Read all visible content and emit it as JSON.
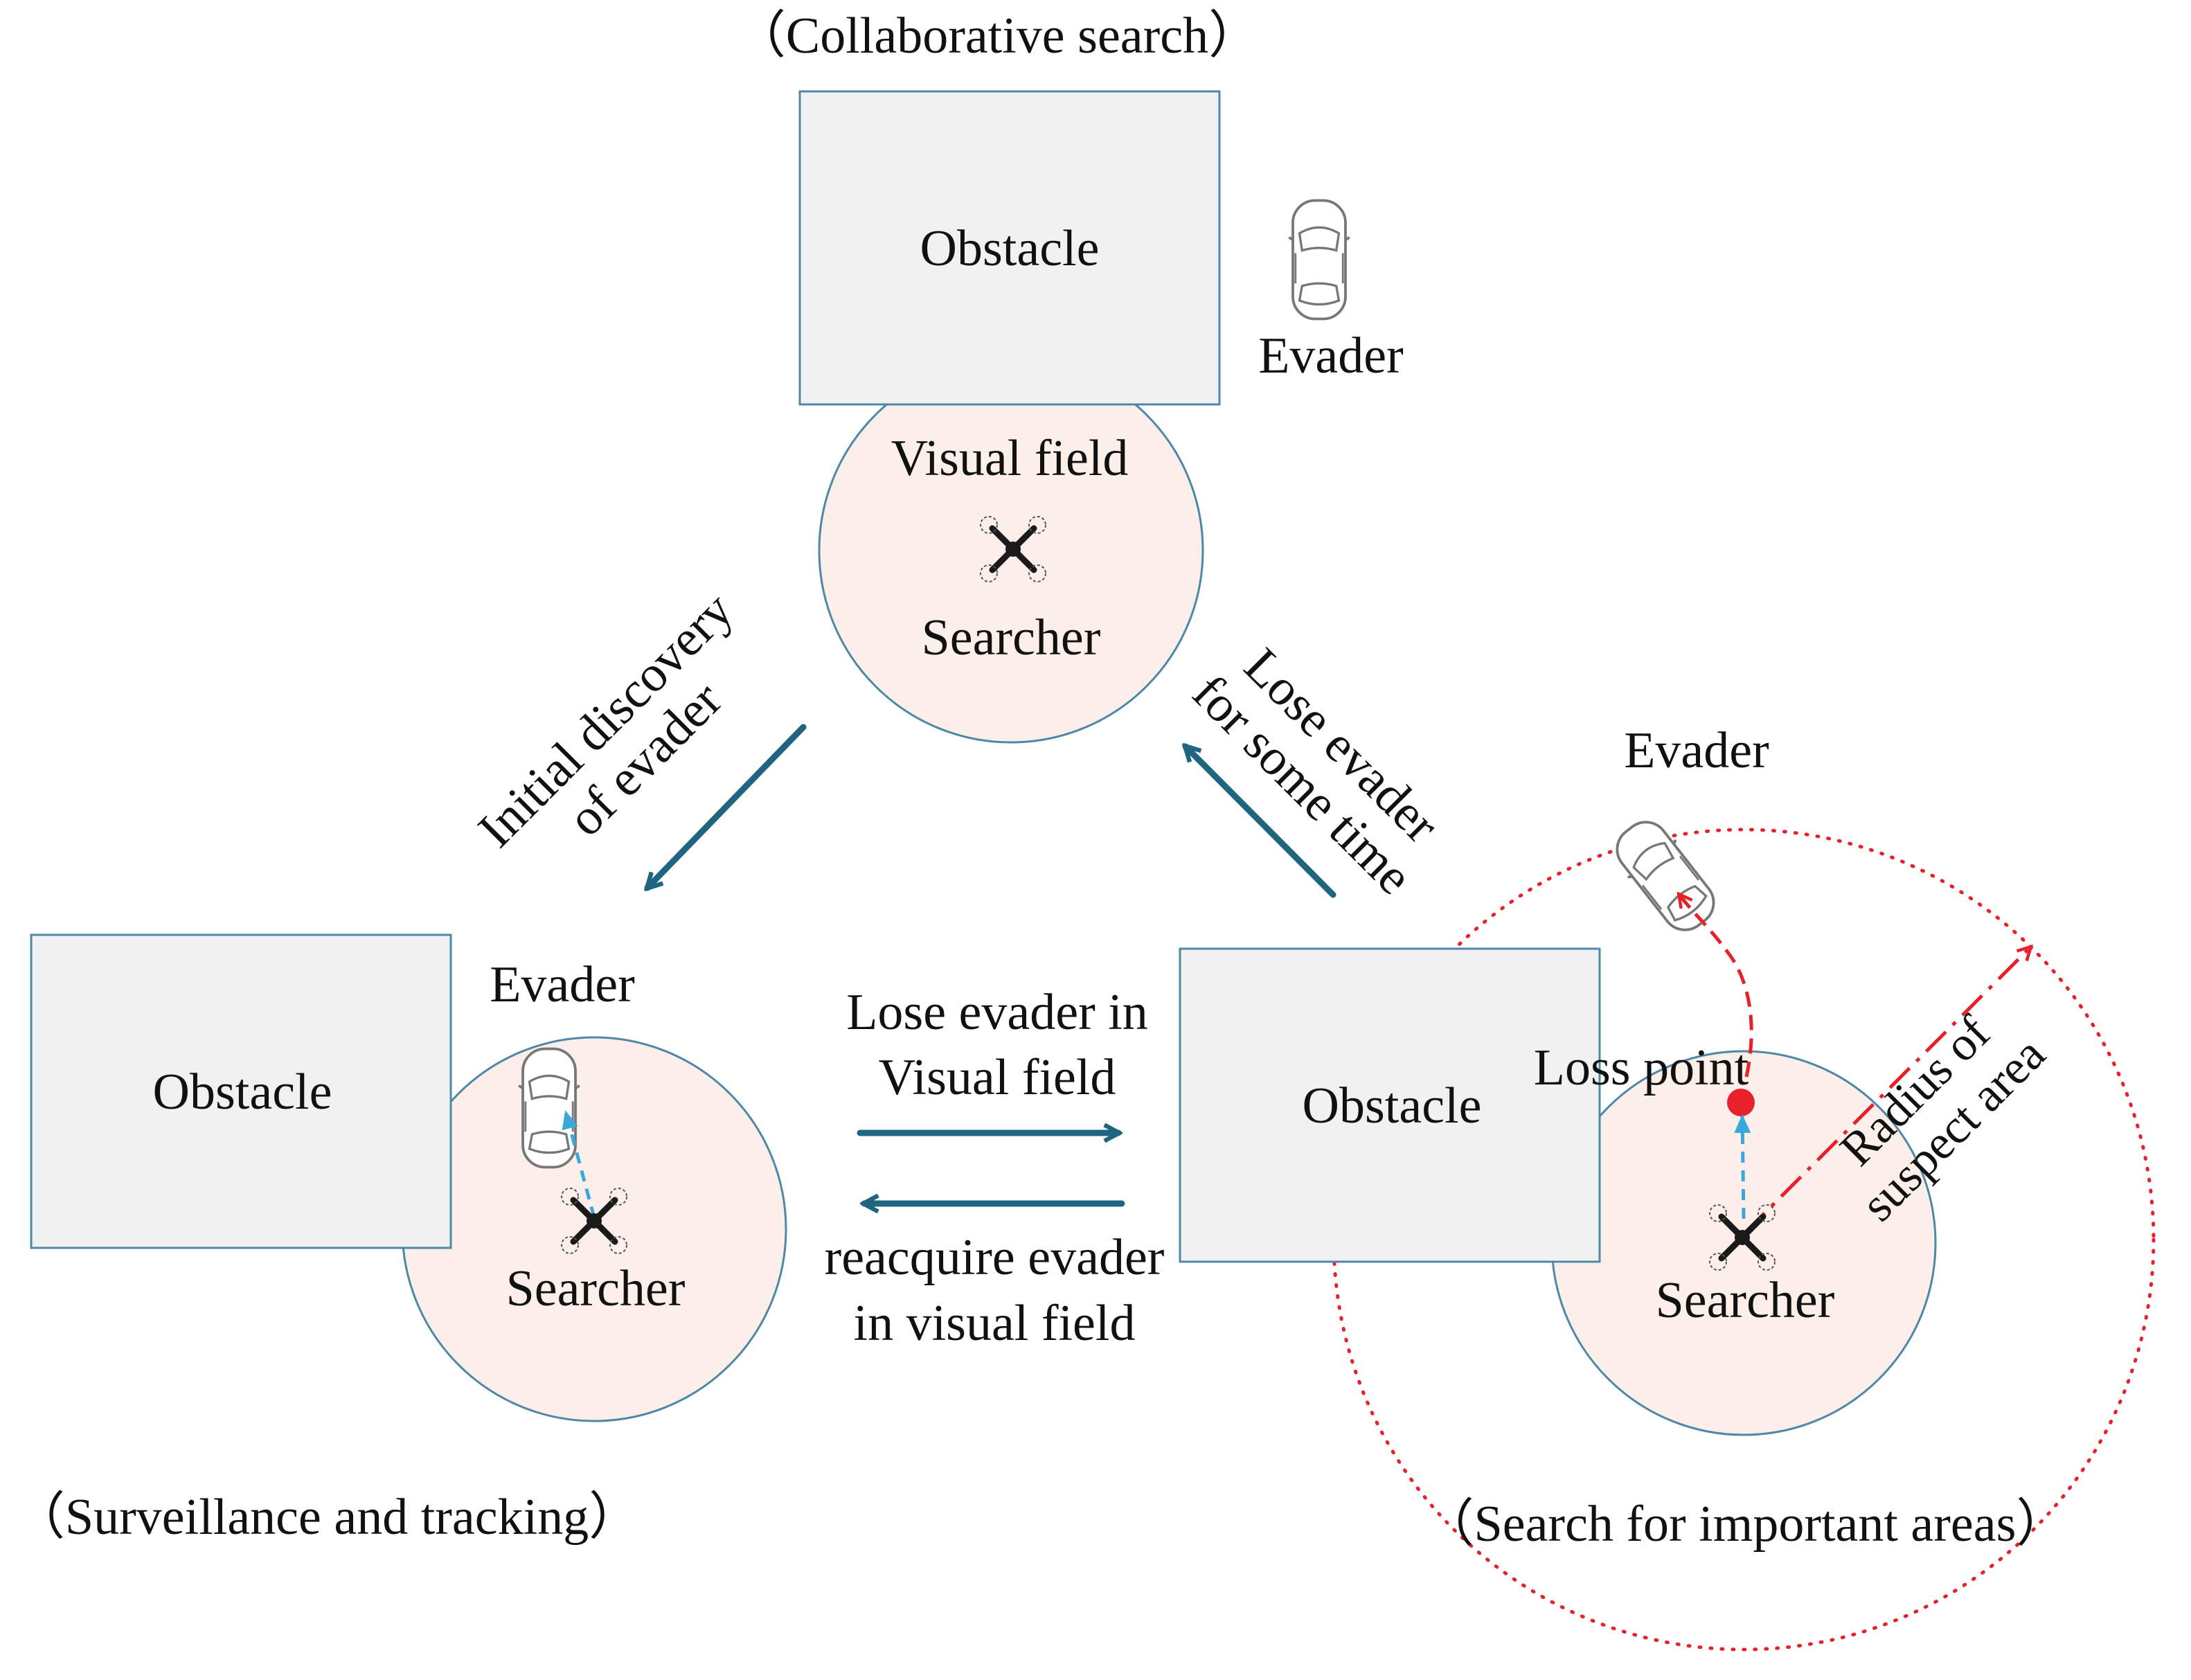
{
  "states": {
    "collaborative_search": "（Collaborative search）",
    "surveillance_tracking": "（Surveillance and tracking）",
    "search_important_areas": "（Search for important areas）"
  },
  "objects": {
    "obstacle": "Obstacle",
    "evader": "Evader",
    "searcher": "Searcher",
    "visual_field": "Visual field",
    "loss_point": "Loss point"
  },
  "transitions": {
    "initial_discovery": [
      "Initial discovery",
      "of evader"
    ],
    "lose_for_time": [
      "Lose evader",
      "for some time"
    ],
    "lose_in_field": [
      "Lose evader in",
      "Visual field"
    ],
    "reacquire": [
      "reacquire evader",
      "in visual field"
    ]
  },
  "annotations": {
    "radius": [
      "Radius of",
      "suspect area"
    ]
  },
  "colors": {
    "flow_arrow": "#1f6480",
    "circle_fill": "#fcefe9",
    "obstacle_fill": "#f1f1f2",
    "outline": "#4e88a8",
    "suspect_area": "#e8202a",
    "tracking_arrow": "#3aa8dc"
  },
  "icons": [
    "quadcopter-icon",
    "car-icon",
    "loss-point-marker"
  ]
}
